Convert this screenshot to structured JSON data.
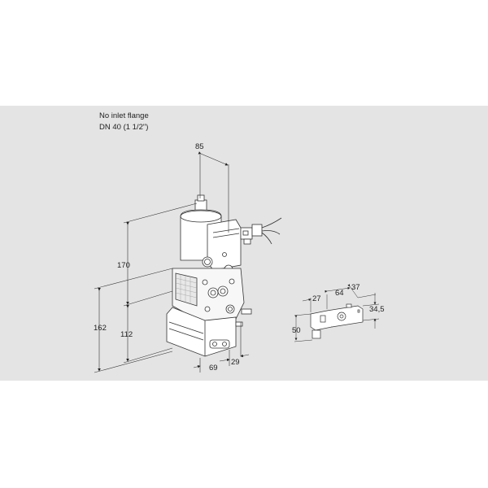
{
  "caption": {
    "line1": "No inlet flange",
    "line2": "DN 40 (1 1/2\")"
  },
  "main_dimensions": {
    "width_top": "85",
    "height_upper": "170",
    "height_total": "162",
    "height_lower": "112",
    "depth_bottom": "69",
    "offset_right": "29"
  },
  "detail_dimensions": {
    "a": "27",
    "b": "64",
    "c": "37",
    "height_right": "34,5",
    "height_left": "50"
  },
  "colors": {
    "background": "#ffffff",
    "panel": "#e4e4e4",
    "line": "#333333"
  }
}
